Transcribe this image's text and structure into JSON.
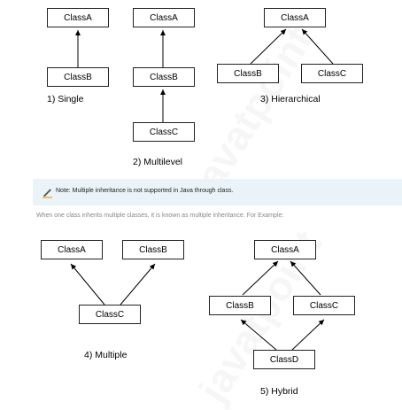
{
  "diagrams": {
    "single": {
      "parent": "ClassA",
      "child": "ClassB",
      "caption": "1)  Single"
    },
    "multilevel": {
      "top": "ClassA",
      "middle": "ClassB",
      "bottom": "ClassC",
      "caption": "2) Multilevel"
    },
    "hierarchical": {
      "parent": "ClassA",
      "left_child": "ClassB",
      "right_child": "ClassC",
      "caption": "3) Hierarchical"
    },
    "multiple": {
      "left_parent": "ClassA",
      "right_parent": "ClassB",
      "child": "ClassC",
      "caption": "4)  Multiple"
    },
    "hybrid": {
      "top": "ClassA",
      "left": "ClassB",
      "right": "ClassC",
      "bottom": "ClassD",
      "caption": "5) Hybrid"
    }
  },
  "note": {
    "icon": "pencil-icon",
    "text": "Note: Multiple inheritance is not supported in Java through class."
  },
  "intro_text": "When one class inherits multiple classes, it is known as multiple inheritance. For Example:",
  "watermark": "javatpoint"
}
